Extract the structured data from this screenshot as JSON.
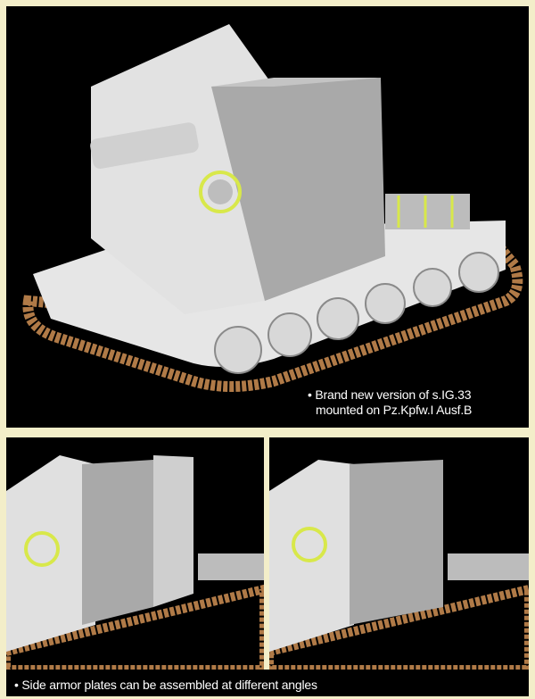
{
  "captions": {
    "main_line1": "• Brand new version of s.IG.33",
    "main_line2": "mounted on Pz.Kpfw.I Ausf.B",
    "bottom": "• Side armor plates can be assembled at different angles"
  },
  "colors": {
    "background": "#f3eec9",
    "panel": "#000000",
    "hull": "#cfcfcf",
    "track": "#b07a47",
    "highlight": "#d8e84a"
  }
}
